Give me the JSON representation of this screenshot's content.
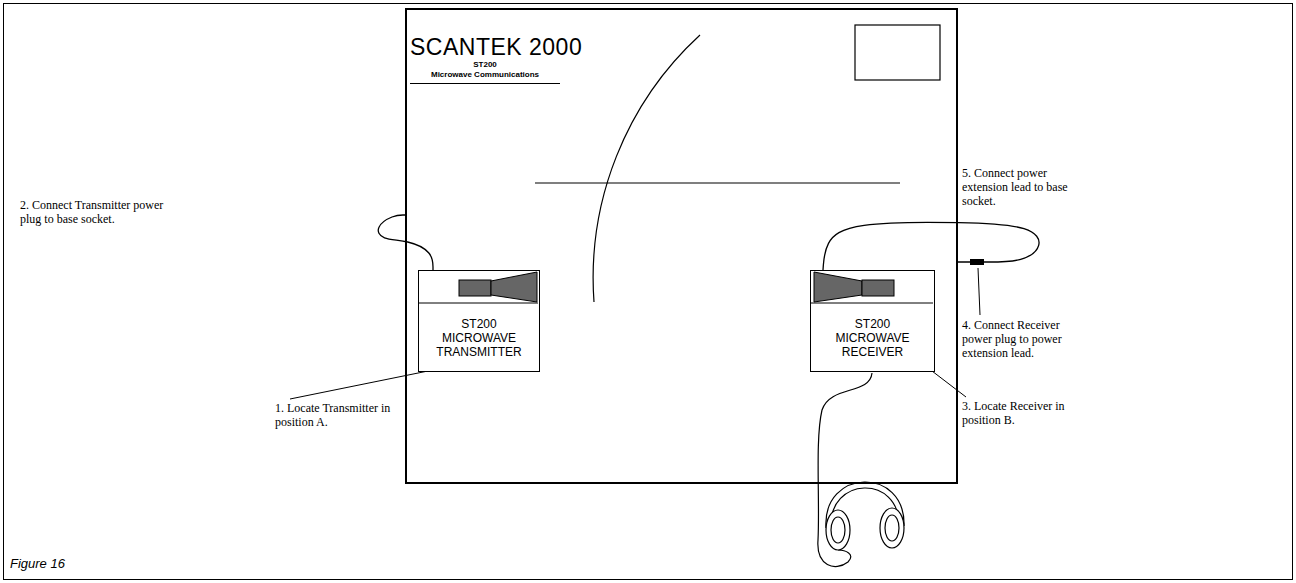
{
  "diagram": {
    "caption": "Figure 16",
    "nodes": [
      {
        "text": [
          "SCANTEK 2000",
          "ST200",
          "Microwave Communications"
        ]
      },
      {
        "text": [
          "ST200 MICROWAVE TRANSMITTER"
        ],
        "in": 0
      },
      {
        "text": [
          "ST200 MICROWAVE RECEIVER"
        ],
        "in": 0
      }
    ],
    "edges": [
      {
        "from": 1,
        "to": 0,
        "arrow": "none"
      },
      {
        "from": 2,
        "to": 0,
        "arrow": "none"
      }
    ],
    "labels": [
      "2. Connect Transmitter power plug to base socket.",
      "1. Locate Transmitter in position A.",
      "5. Connect power extension lead to base socket.",
      "4. Connect Receiver power plug to power extension lead.",
      "3. Locate Receiver in position B."
    ]
  }
}
